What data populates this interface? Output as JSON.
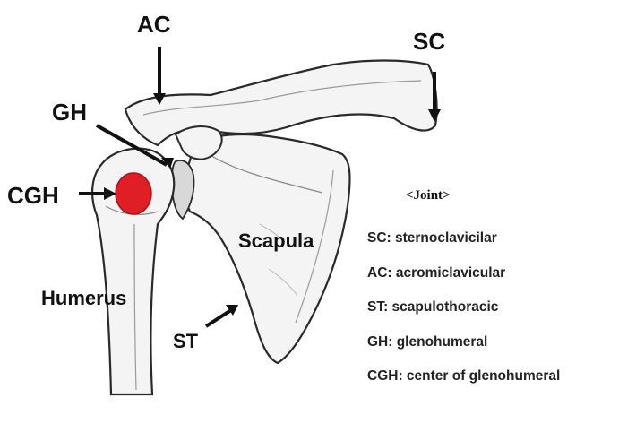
{
  "labels": {
    "ac": "AC",
    "sc": "SC",
    "gh": "GH",
    "cgh": "CGH",
    "scapula": "Scapula",
    "humerus": "Humerus",
    "st": "ST"
  },
  "legend": {
    "title": "<Joint>",
    "items": [
      "SC: sternoclavicilar",
      "AC: acromiclavicular",
      "ST: scapulothoracic",
      "GH: glenohumeral",
      "CGH: center of glenohumeral"
    ]
  },
  "colors": {
    "joint_center": "#e01e25",
    "bone_fill": "#f4f4f4",
    "outline": "#2a2a2a"
  }
}
